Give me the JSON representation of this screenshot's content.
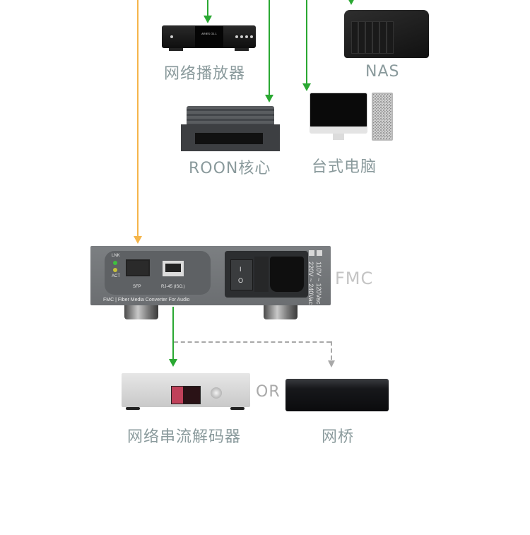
{
  "diagram": {
    "colors": {
      "green_link": "#2aa832",
      "fiber_link": "#f5b54a",
      "optional_link": "#a8a8a8",
      "label_text": "#8a9a9c"
    },
    "devices": {
      "network_player": {
        "label": "网络播放器",
        "screen_text": "ARIES G1.1"
      },
      "nas": {
        "label": "NAS"
      },
      "roon_core": {
        "label": "ROON核心"
      },
      "desktop": {
        "label": "台式电脑"
      },
      "fmc": {
        "label": "FMC",
        "led_top": "LNK",
        "led_bottom": "ACT",
        "port_sfp": "SFP",
        "port_rj45": "RJ-45 (ISO.)",
        "caption": "FMC  |  Fiber Media Converter For Audio",
        "voltage_1": "110V ~ 120Vac",
        "voltage_2": "220V ~ 240Vac",
        "switch_on": "I",
        "switch_off": "O"
      },
      "streaming_dac": {
        "label": "网络串流解码器"
      },
      "network_bridge": {
        "label": "网桥"
      }
    },
    "or_text": "OR"
  }
}
